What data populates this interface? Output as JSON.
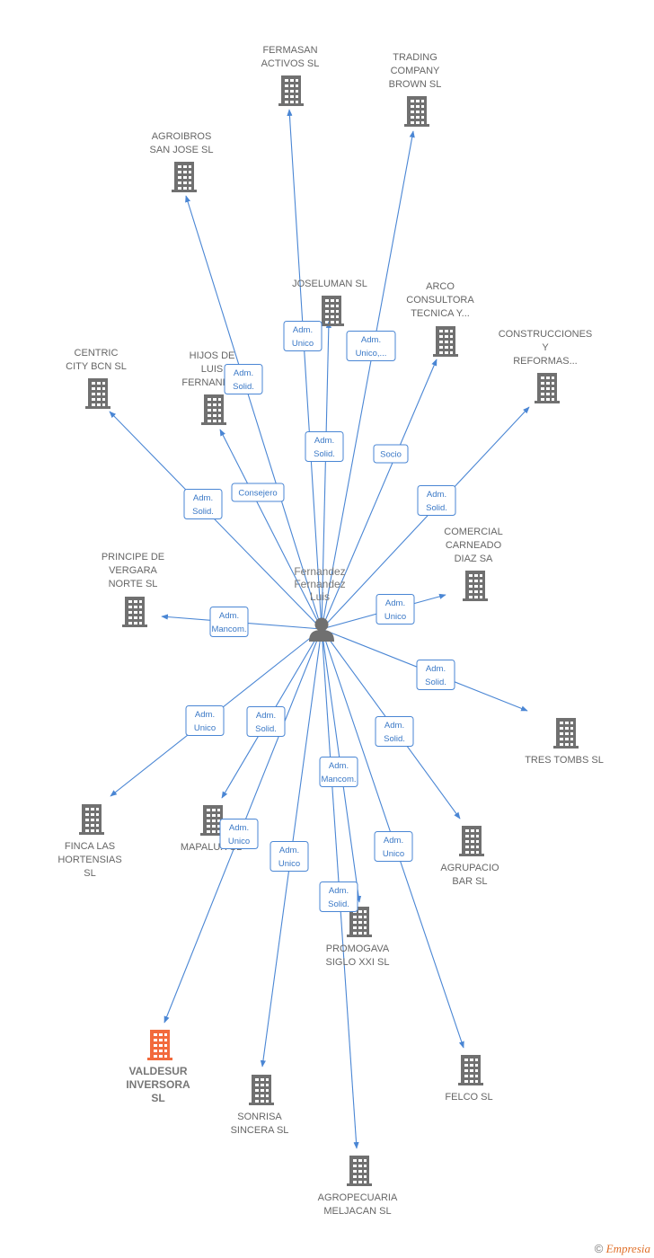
{
  "center": {
    "label": [
      "Fernandez",
      "Fernandez",
      "Luis"
    ]
  },
  "colors": {
    "edge": "#4a86d4",
    "building": "#707070",
    "highlight": "#f26a3c",
    "text": "#666666"
  },
  "nodes": [
    {
      "id": "fermasan",
      "label": [
        "FERMASAN",
        "ACTIVOS SL"
      ]
    },
    {
      "id": "trading",
      "label": [
        "TRADING",
        "COMPANY",
        "BROWN  SL"
      ]
    },
    {
      "id": "agroibros",
      "label": [
        "AGROIBROS",
        "SAN JOSE  SL"
      ]
    },
    {
      "id": "joseluman",
      "label": [
        "JOSELUMAN  SL"
      ]
    },
    {
      "id": "arco",
      "label": [
        "ARCO",
        "CONSULTORA",
        "TECNICA Y..."
      ]
    },
    {
      "id": "construcciones",
      "label": [
        "CONSTRUCCIONES",
        "Y",
        "REFORMAS..."
      ]
    },
    {
      "id": "centric",
      "label": [
        "CENTRIC",
        "CITY BCN  SL"
      ]
    },
    {
      "id": "hijos",
      "label": [
        "HIJOS DE",
        "LUIS",
        "FERNANDEZ"
      ]
    },
    {
      "id": "comercial",
      "label": [
        "COMERCIAL",
        "CARNEADO",
        "DIAZ SA"
      ]
    },
    {
      "id": "principe",
      "label": [
        "PRINCIPE DE",
        "VERGARA",
        "NORTE SL"
      ]
    },
    {
      "id": "trestombs",
      "label": [
        "TRES TOMBS SL"
      ]
    },
    {
      "id": "finca",
      "label": [
        "FINCA LAS",
        "HORTENSIAS",
        "SL"
      ]
    },
    {
      "id": "mapalux",
      "label": [
        "MAPALUX SL"
      ]
    },
    {
      "id": "agrupacio",
      "label": [
        "AGRUPACIO",
        "BAR  SL"
      ]
    },
    {
      "id": "promogava",
      "label": [
        "PROMOGAVA",
        "SIGLO XXI  SL"
      ]
    },
    {
      "id": "valdesur",
      "label": [
        "VALDESUR",
        "INVERSORA",
        "SL"
      ],
      "highlight": true
    },
    {
      "id": "sonrisa",
      "label": [
        "SONRISA",
        "SINCERA  SL"
      ]
    },
    {
      "id": "felco",
      "label": [
        "FELCO SL"
      ]
    },
    {
      "id": "agropecuaria",
      "label": [
        "AGROPECUARIA",
        "MELJACAN  SL"
      ]
    }
  ],
  "edges": [
    {
      "to": "fermasan",
      "label": [
        "Adm.",
        "Unico"
      ]
    },
    {
      "to": "trading",
      "label": [
        "Adm.",
        "Unico,..."
      ]
    },
    {
      "to": "agroibros",
      "label": [
        "Adm.",
        "Solid."
      ]
    },
    {
      "to": "joseluman",
      "label": [
        "Adm.",
        "Solid."
      ]
    },
    {
      "to": "arco",
      "label": [
        "Socio"
      ]
    },
    {
      "to": "construcciones",
      "label": [
        "Adm.",
        "Solid."
      ]
    },
    {
      "to": "centric",
      "label": [
        "Adm.",
        "Solid."
      ]
    },
    {
      "to": "hijos",
      "label": [
        "Consejero"
      ]
    },
    {
      "to": "comercial",
      "label": [
        "Adm.",
        "Unico"
      ]
    },
    {
      "to": "principe",
      "label": [
        "Adm.",
        "Mancom."
      ]
    },
    {
      "to": "trestombs",
      "label": [
        "Adm.",
        "Solid."
      ]
    },
    {
      "to": "finca",
      "label": [
        "Adm.",
        "Unico"
      ]
    },
    {
      "to": "mapalux",
      "label": [
        "Adm.",
        "Solid."
      ]
    },
    {
      "to": "agrupacio",
      "label": [
        "Adm.",
        "Solid."
      ]
    },
    {
      "to": "promogava",
      "label": [
        "Adm.",
        "Mancom."
      ]
    },
    {
      "to": "valdesur",
      "label": [
        "Adm.",
        "Unico"
      ]
    },
    {
      "to": "sonrisa",
      "label": [
        "Adm.",
        "Unico"
      ]
    },
    {
      "to": "felco",
      "label": [
        "Adm.",
        "Unico"
      ]
    },
    {
      "to": "agropecuaria",
      "label": [
        "Adm.",
        "Solid."
      ]
    }
  ],
  "footer": {
    "copyright": "©",
    "brand": "Empresia"
  }
}
